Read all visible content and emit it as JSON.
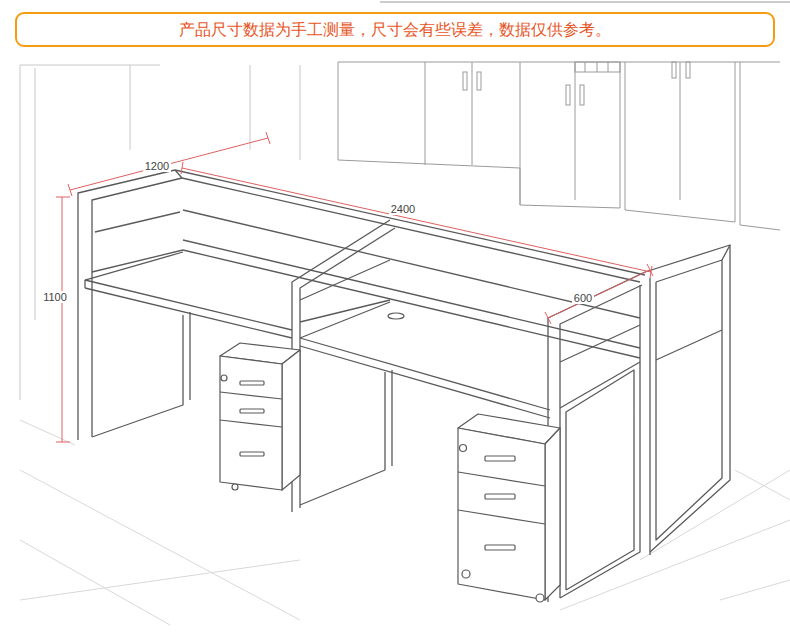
{
  "diagram": {
    "nodes": [
      {
        "text": [
          "产品尺寸数据为手工测量，尺寸会有些误差，数据仅供参考。"
        ]
      }
    ],
    "labels": [
      "1200",
      "2400",
      "1100",
      "600"
    ]
  }
}
